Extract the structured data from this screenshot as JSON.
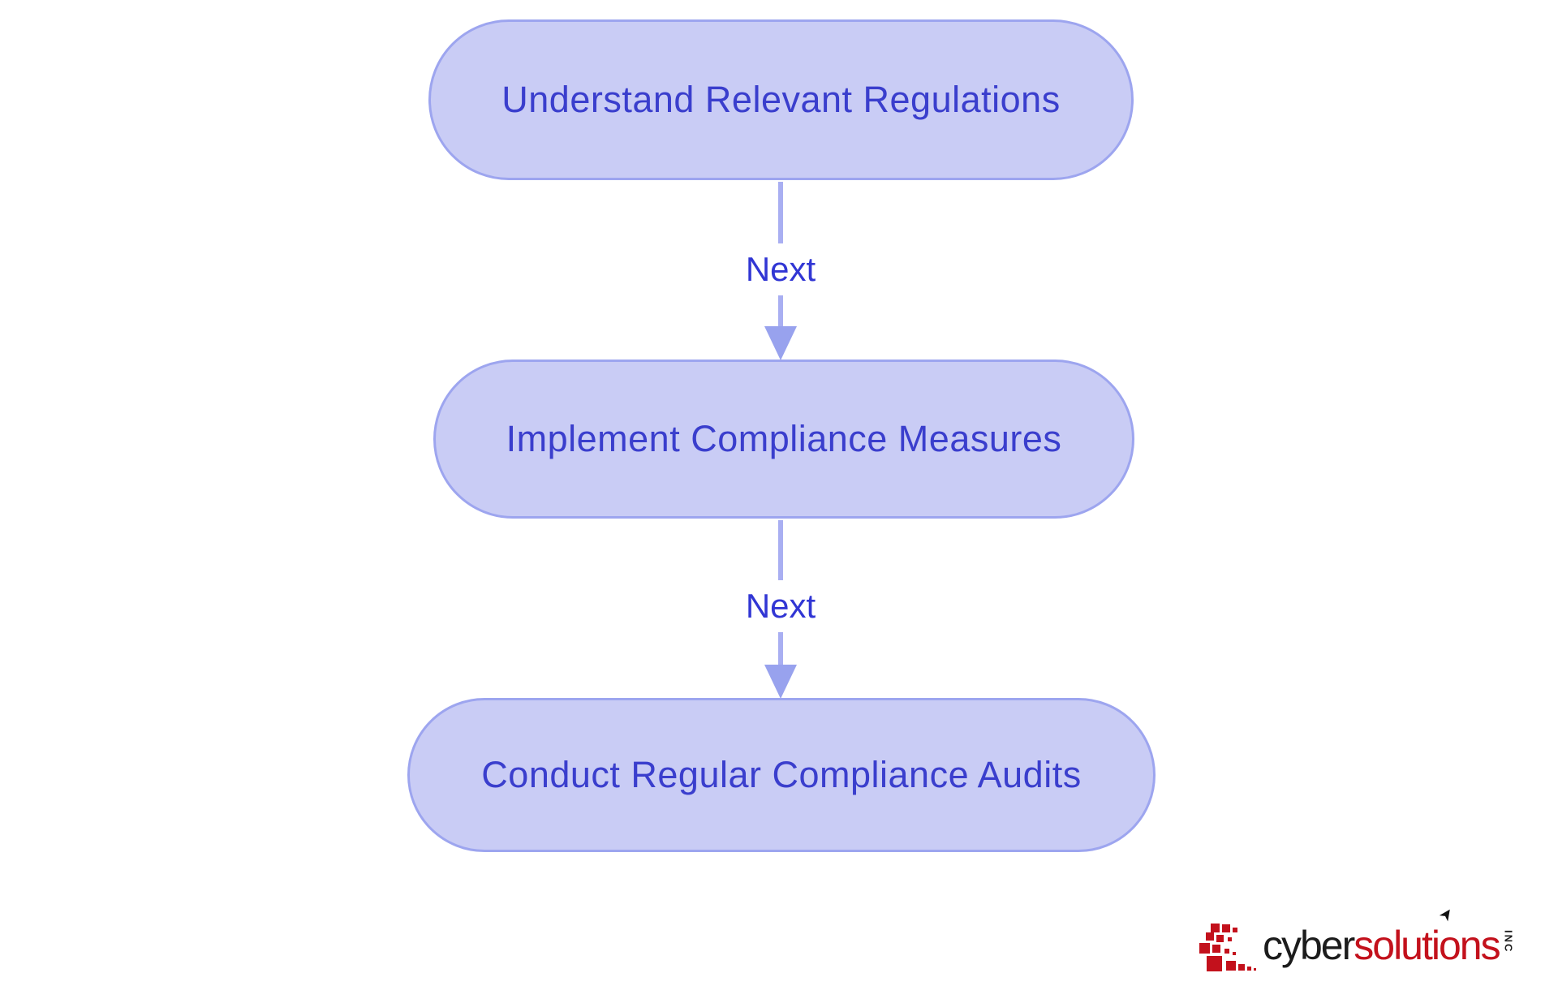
{
  "page": {
    "background": "#ffffff",
    "kind": "flowchart-diagram"
  },
  "diagram": {
    "type": "flowchart",
    "direction": "top-down",
    "nodes": [
      {
        "id": "A",
        "label": "Understand Relevant Regulations"
      },
      {
        "id": "B",
        "label": "Implement Compliance Measures"
      },
      {
        "id": "C",
        "label": "Conduct Regular Compliance Audits"
      }
    ],
    "edges": [
      {
        "from": "A",
        "to": "B",
        "label": "Next"
      },
      {
        "from": "B",
        "to": "C",
        "label": "Next"
      }
    ]
  },
  "colors": {
    "node_fill": "#c9ccf5",
    "node_border": "#9da5ef",
    "node_text": "#3a3ecd",
    "edge_line": "#a9aff2",
    "edge_arrowhead": "#98a2ee",
    "edge_label_text": "#3136d4",
    "logo_black": "#1c1c1c",
    "logo_red": "#c3111c"
  },
  "logo": {
    "brand_black": "cyber",
    "brand_red": "solutions",
    "brand_suffix": "INC",
    "icons": [
      "pixel-mosaic-icon",
      "cursor-arrow-icon"
    ]
  }
}
